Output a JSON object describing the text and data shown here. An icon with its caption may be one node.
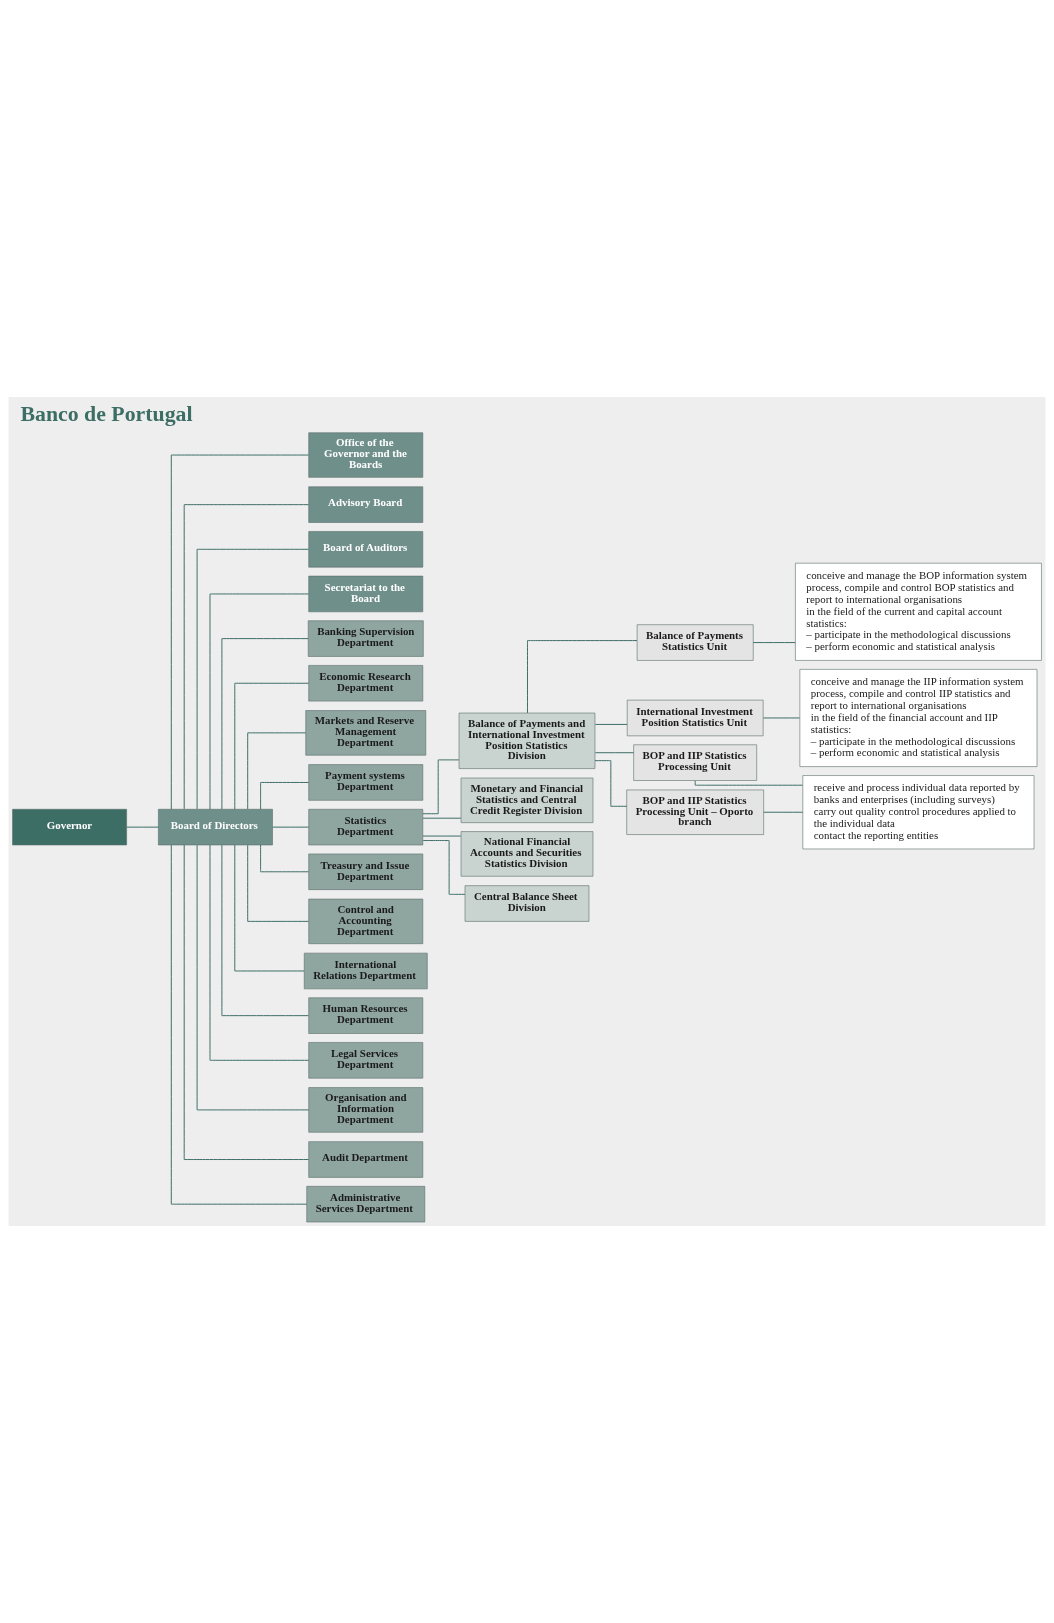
{
  "diagram": {
    "title": "Banco de Portugal",
    "nodes": [
      {
        "text": [
          "Governor"
        ]
      },
      {
        "text": [
          "Board of Directors"
        ]
      },
      {
        "text": [
          "Office of the Governor and the Boards"
        ]
      },
      {
        "text": [
          "Advisory Board"
        ]
      },
      {
        "text": [
          "Board of Auditors"
        ]
      },
      {
        "text": [
          "Secretariat to the Board"
        ]
      },
      {
        "text": [
          "Banking Supervision Department"
        ]
      },
      {
        "text": [
          "Economic Research Department"
        ]
      },
      {
        "text": [
          "Markets and Reserve Management Department"
        ]
      },
      {
        "text": [
          "Payment systems Department"
        ]
      },
      {
        "text": [
          "Statistics Department"
        ]
      },
      {
        "text": [
          "Treasury and Issue Department"
        ]
      },
      {
        "text": [
          "Control and Accounting Department"
        ]
      },
      {
        "text": [
          "International Relations Department"
        ]
      },
      {
        "text": [
          "Human Resources Department"
        ]
      },
      {
        "text": [
          "Legal Services Department"
        ]
      },
      {
        "text": [
          "Organisation and Information Department"
        ]
      },
      {
        "text": [
          "Audit Department"
        ]
      },
      {
        "text": [
          "Administrative Services Department"
        ]
      },
      {
        "text": [
          "Balance of Payments and International Investment Position Statistics Division"
        ]
      },
      {
        "text": [
          "Monetary and Financial Statistics and Central Credit Register Division"
        ]
      },
      {
        "text": [
          "National Financial Accounts and Securities Statistics Division"
        ]
      },
      {
        "text": [
          "Central Balance Sheet Division"
        ]
      },
      {
        "text": [
          "Balance of Payments Statistics Unit"
        ]
      },
      {
        "text": [
          "International Investment Position Statistics Unit"
        ]
      },
      {
        "text": [
          "BOP and IIP Statistics Processing Unit"
        ]
      },
      {
        "text": [
          "BOP and IIP Statistics Processing Unit – Oporto branch"
        ]
      },
      {
        "text": [
          "conceive and manage the BOP information system",
          "process, compile and control BOP statistics and report to international organisations",
          "in the field of the current and capital account statistics:",
          "– participate in the methodological discussions",
          "– perform economic and statistical analysis"
        ]
      },
      {
        "text": [
          "conceive and manage the IIP information system",
          "process, compile and control IIP statistics and report to international organisations",
          "in the field of the financial account and IIP statistics:",
          "– participate in the methodological discussions",
          "– perform economic and statistical analysis"
        ]
      },
      {
        "text": [
          "receive and process individual data reported by banks and enterprises (including surveys)",
          "carry out quality control procedures applied to the individual data",
          "contact the reporting entities"
        ]
      }
    ],
    "edges": [
      {
        "from": 0,
        "to": 1,
        "arrow": "none"
      },
      {
        "from": 1,
        "to": 2,
        "arrow": "none"
      },
      {
        "from": 1,
        "to": 3,
        "arrow": "none"
      },
      {
        "from": 1,
        "to": 4,
        "arrow": "none"
      },
      {
        "from": 1,
        "to": 5,
        "arrow": "none"
      },
      {
        "from": 1,
        "to": 6,
        "arrow": "none"
      },
      {
        "from": 1,
        "to": 7,
        "arrow": "none"
      },
      {
        "from": 1,
        "to": 8,
        "arrow": "none"
      },
      {
        "from": 1,
        "to": 9,
        "arrow": "none"
      },
      {
        "from": 1,
        "to": 10,
        "arrow": "none"
      },
      {
        "from": 1,
        "to": 11,
        "arrow": "none"
      },
      {
        "from": 1,
        "to": 12,
        "arrow": "none"
      },
      {
        "from": 1,
        "to": 13,
        "arrow": "none"
      },
      {
        "from": 1,
        "to": 14,
        "arrow": "none"
      },
      {
        "from": 1,
        "to": 15,
        "arrow": "none"
      },
      {
        "from": 1,
        "to": 16,
        "arrow": "none"
      },
      {
        "from": 1,
        "to": 17,
        "arrow": "none"
      },
      {
        "from": 1,
        "to": 18,
        "arrow": "none"
      },
      {
        "from": 10,
        "to": 19,
        "arrow": "none"
      },
      {
        "from": 10,
        "to": 20,
        "arrow": "none"
      },
      {
        "from": 10,
        "to": 21,
        "arrow": "none"
      },
      {
        "from": 10,
        "to": 22,
        "arrow": "none"
      },
      {
        "from": 19,
        "to": 23,
        "arrow": "none"
      },
      {
        "from": 19,
        "to": 24,
        "arrow": "none"
      },
      {
        "from": 19,
        "to": 25,
        "arrow": "none"
      },
      {
        "from": 19,
        "to": 26,
        "arrow": "none"
      },
      {
        "from": 23,
        "to": 27,
        "arrow": "none"
      },
      {
        "from": 24,
        "to": 28,
        "arrow": "none"
      },
      {
        "from": 25,
        "to": 29,
        "arrow": "none"
      },
      {
        "from": 26,
        "to": 29,
        "arrow": "none"
      }
    ]
  }
}
